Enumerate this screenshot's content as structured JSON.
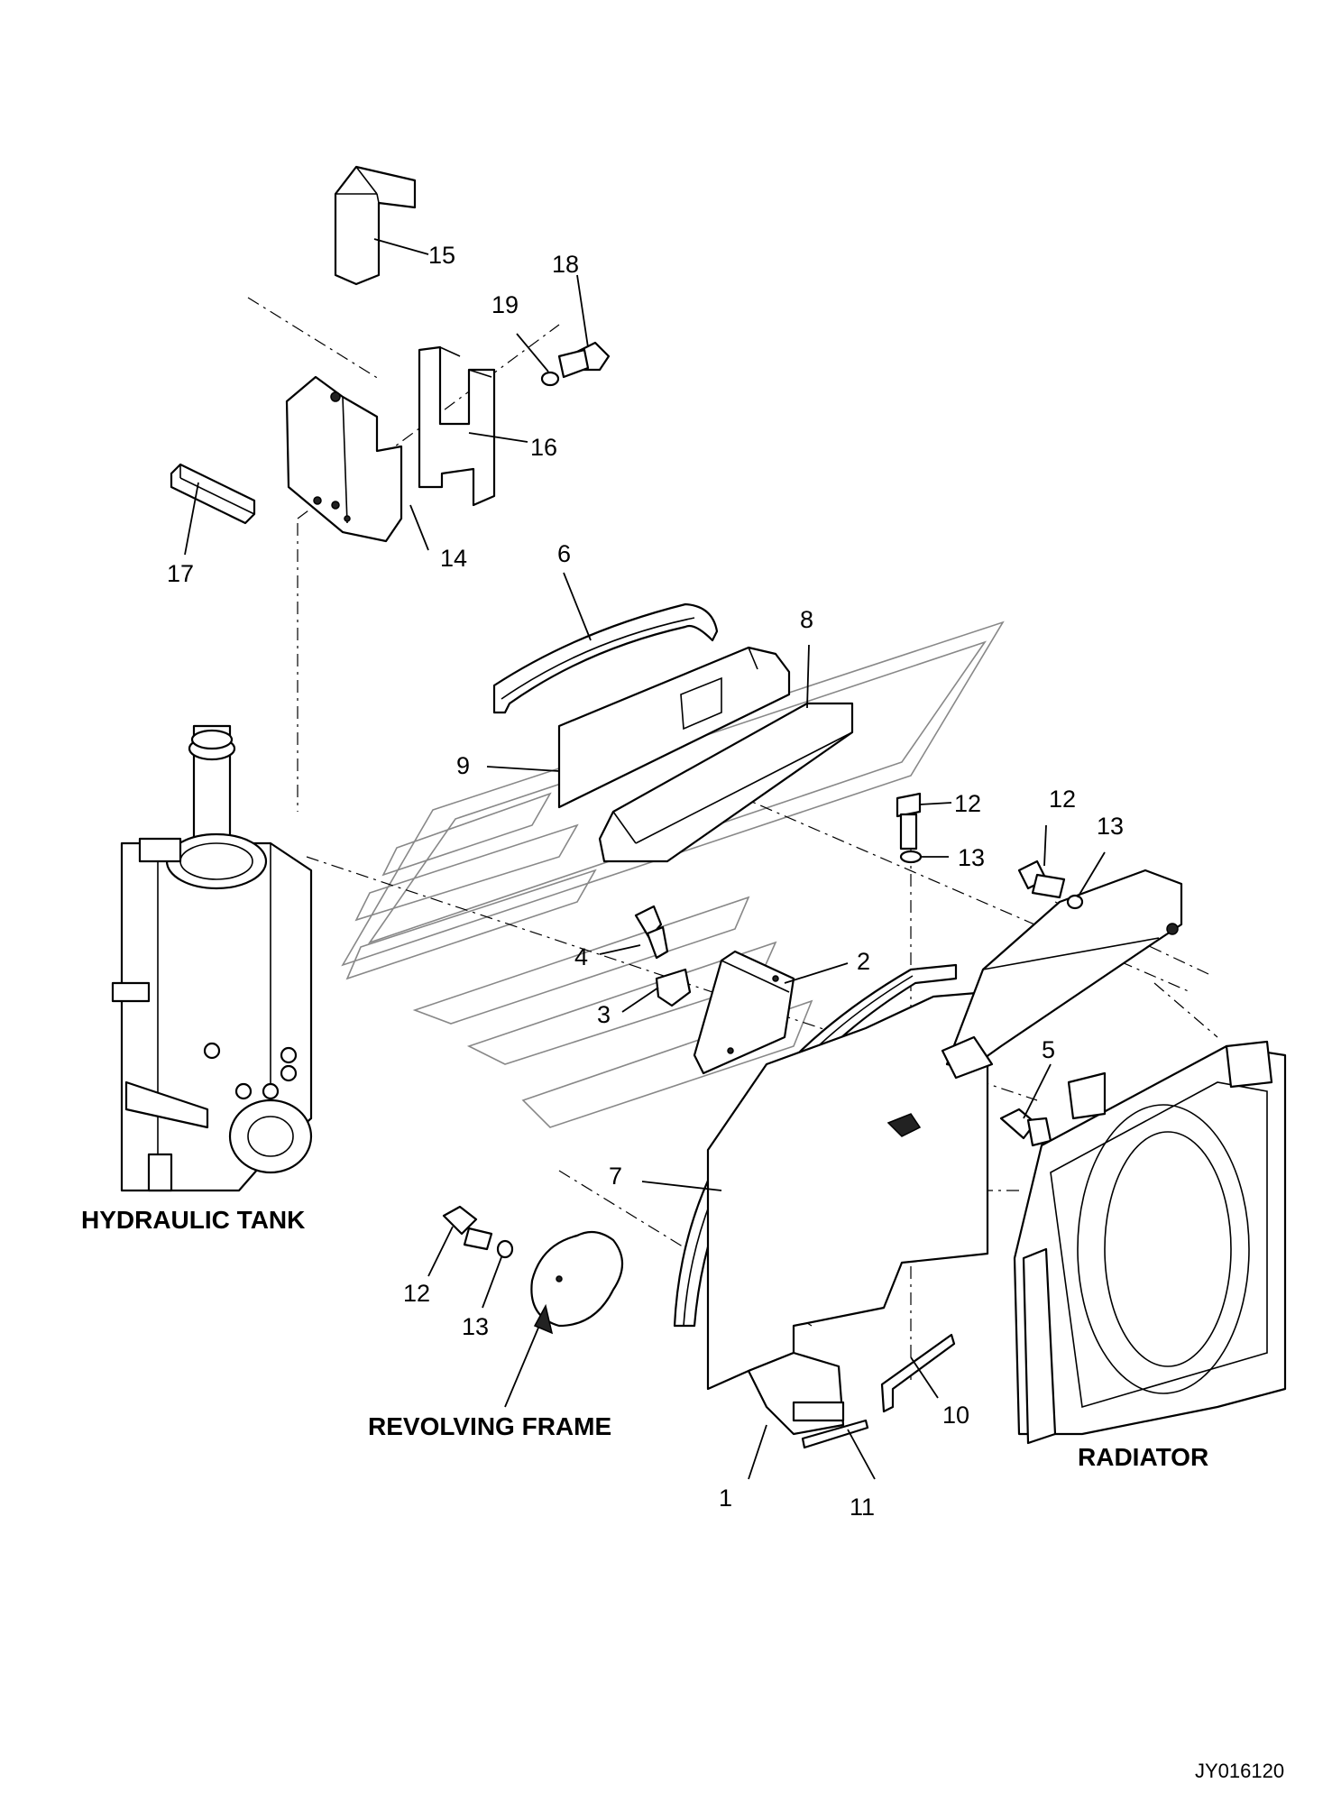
{
  "callouts": [
    {
      "id": "c1",
      "label": "1"
    },
    {
      "id": "c2",
      "label": "2"
    },
    {
      "id": "c3",
      "label": "3"
    },
    {
      "id": "c4",
      "label": "4"
    },
    {
      "id": "c5",
      "label": "5"
    },
    {
      "id": "c6",
      "label": "6"
    },
    {
      "id": "c7",
      "label": "7"
    },
    {
      "id": "c8",
      "label": "8"
    },
    {
      "id": "c9",
      "label": "9"
    },
    {
      "id": "c10",
      "label": "10"
    },
    {
      "id": "c11",
      "label": "11"
    },
    {
      "id": "c12a",
      "label": "12"
    },
    {
      "id": "c12b",
      "label": "12"
    },
    {
      "id": "c12c",
      "label": "12"
    },
    {
      "id": "c13a",
      "label": "13"
    },
    {
      "id": "c13b",
      "label": "13"
    },
    {
      "id": "c13c",
      "label": "13"
    },
    {
      "id": "c14",
      "label": "14"
    },
    {
      "id": "c15",
      "label": "15"
    },
    {
      "id": "c16",
      "label": "16"
    },
    {
      "id": "c17",
      "label": "17"
    },
    {
      "id": "c18",
      "label": "18"
    },
    {
      "id": "c19",
      "label": "19"
    }
  ],
  "captions": {
    "hydraulic_tank": "HYDRAULIC TANK",
    "revolving_frame": "REVOLVING FRAME",
    "radiator": "RADIATOR"
  },
  "drawing_ref": "JY016120"
}
